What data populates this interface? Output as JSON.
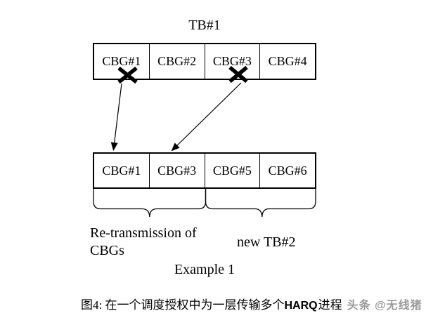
{
  "figure": {
    "tb1_label": "TB#1",
    "tb1_cells": [
      "CBG#1",
      "CBG#2",
      "CBG#3",
      "CBG#4"
    ],
    "failed_cells": [
      "CBG#1",
      "CBG#3"
    ],
    "retx_cells": [
      "CBG#1",
      "CBG#3",
      "CBG#5",
      "CBG#6"
    ],
    "labels": {
      "retransmission_line1": "Re-transmission of",
      "retransmission_line2": "CBGs",
      "new_tb": "new TB#2",
      "example": "Example 1"
    },
    "colors": {
      "line": "#000000",
      "background": "#ffffff",
      "watermark": "#9a9a9a"
    }
  },
  "caption": {
    "prefix": "图4: 在一个调度授权中为一层传输多个",
    "highlight": "HARQ",
    "suffix": "进程"
  },
  "watermark": {
    "text": "头条 @无线猪"
  }
}
